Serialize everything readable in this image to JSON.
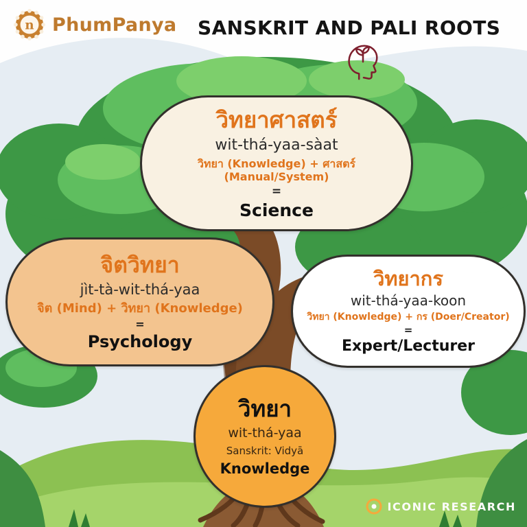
{
  "header": {
    "logo_text": "PhumPanya",
    "title": "SANSKRIT AND PALI ROOTS"
  },
  "cards": {
    "science": {
      "thai": "วิทยาศาสตร์",
      "pronunciation": "wit-thá-yaa-sàat",
      "breakdown": "วิทยา (Knowledge) + ศาสตร์ (Manual/System)",
      "equals": "=",
      "meaning": "Science"
    },
    "psychology": {
      "thai": "จิตวิทยา",
      "pronunciation": "jìt-tà-wit-thá-yaa",
      "breakdown": "จิต (Mind) + วิทยา (Knowledge)",
      "equals": "=",
      "meaning": "Psychology"
    },
    "expert": {
      "thai": "วิทยากร",
      "pronunciation": "wit-thá-yaa-koon",
      "breakdown": "วิทยา (Knowledge) + กร (Doer/Creator)",
      "equals": "=",
      "meaning": "Expert/Lecturer"
    },
    "root": {
      "thai": "วิทยา",
      "pronunciation": "wit-thá-yaa",
      "origin": "Sanskrit: Vidyā",
      "meaning": "Knowledge"
    }
  },
  "footer": {
    "watermark": "ICONIC RESEARCH"
  },
  "icons": {
    "logo": "lotus-icon",
    "head": "head-plant-icon",
    "watermark_badge": "circle-badge-icon"
  },
  "colors": {
    "accent_orange": "#E0741C",
    "logo_orange": "#BE7A2E",
    "card_cream": "#F9F1E2",
    "card_peach": "#F3C48F",
    "card_white": "#FFFFFF",
    "card_orange": "#F6A93B",
    "border_dark": "#33302C",
    "title_black": "#141414",
    "head_icon_maroon": "#7E1F2E",
    "canopy_green": "#3D9845",
    "hill_green": "#8CC152",
    "trunk_brown": "#7B4B27"
  }
}
